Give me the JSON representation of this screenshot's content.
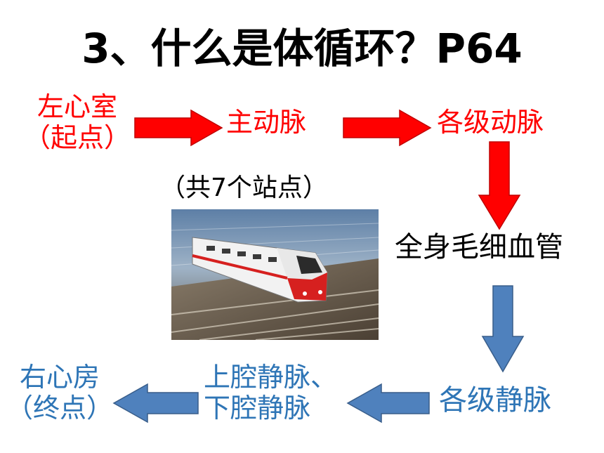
{
  "title": "3、什么是体循环？P64",
  "note": "（共7个站点）",
  "nodes": {
    "left_ventricle": {
      "line1": "左心室",
      "line2": "（起点）"
    },
    "aorta": "主动脉",
    "arteries": "各级动脉",
    "capillaries": "全身毛细血管",
    "veins": "各级静脉",
    "vena_cava": {
      "line1": "上腔静脉、",
      "line2": "下腔静脉"
    },
    "right_atrium": {
      "line1": "右心房",
      "line2": "（终点）"
    }
  },
  "colors": {
    "red": "#ff0000",
    "blue": "#2e75b6",
    "arrow_red_fill": "#ff0000",
    "arrow_blue_fill": "#4f81bd"
  },
  "image": {
    "subject": "high-speed-train"
  }
}
